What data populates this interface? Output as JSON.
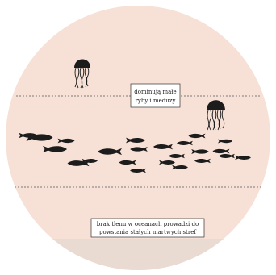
{
  "colors": {
    "background": "#ffffff",
    "circle_fill": "#f7e1d6",
    "bottom_band": "#eadbd2",
    "silhouette": "#1c1c1c",
    "line": "#555555"
  },
  "labels": {
    "top_line1": "dominują małe",
    "top_line2": "ryby i meduzy",
    "bottom_line1": "brak tlenu w oceanach prowadzi do",
    "bottom_line2": "powstania stałych martwych stref"
  },
  "icons": {
    "jellyfish": "jellyfish-icon",
    "fish": "fish-icon"
  }
}
